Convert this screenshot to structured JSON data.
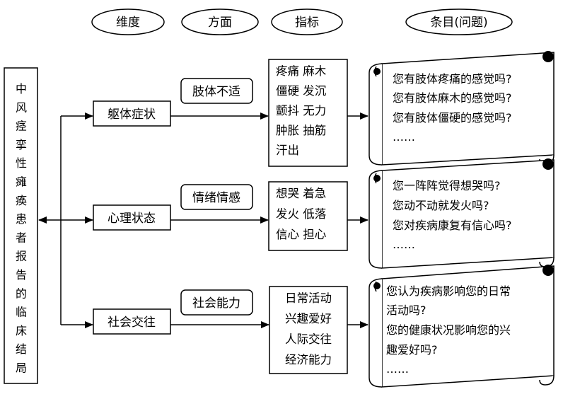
{
  "headers": [
    "维度",
    "方面",
    "指标",
    "条目(问题)"
  ],
  "root": "中风痉挛性瘫痪患者报告的临床结局",
  "rows": [
    {
      "dimension": "躯体症状",
      "aspect": "肢体不适",
      "indicators": [
        "疼痛 麻木",
        "僵硬 发沉",
        "颤抖 无力",
        "肿胀 抽筋",
        "汗出"
      ],
      "items": [
        "您有肢体疼痛的感觉吗?",
        "您有肢体麻木的感觉吗?",
        "您有肢体僵硬的感觉吗?",
        "……"
      ]
    },
    {
      "dimension": "心理状态",
      "aspect": "情绪情感",
      "indicators": [
        "想哭 着急",
        "发火 低落",
        "信心 担心"
      ],
      "items": [
        "您一阵阵觉得想哭吗?",
        "您动不动就发火吗?",
        "您对疾病康复有信心吗?",
        "……"
      ]
    },
    {
      "dimension": "社会交往",
      "aspect": "社会能力",
      "indicators": [
        "日常活动",
        "兴趣爱好",
        "人际交往",
        "经济能力"
      ],
      "items": [
        "您认为疾病影响您的日常",
        "活动吗?",
        "您的健康状况影响您的兴",
        "趣爱好吗?",
        "……"
      ]
    }
  ]
}
